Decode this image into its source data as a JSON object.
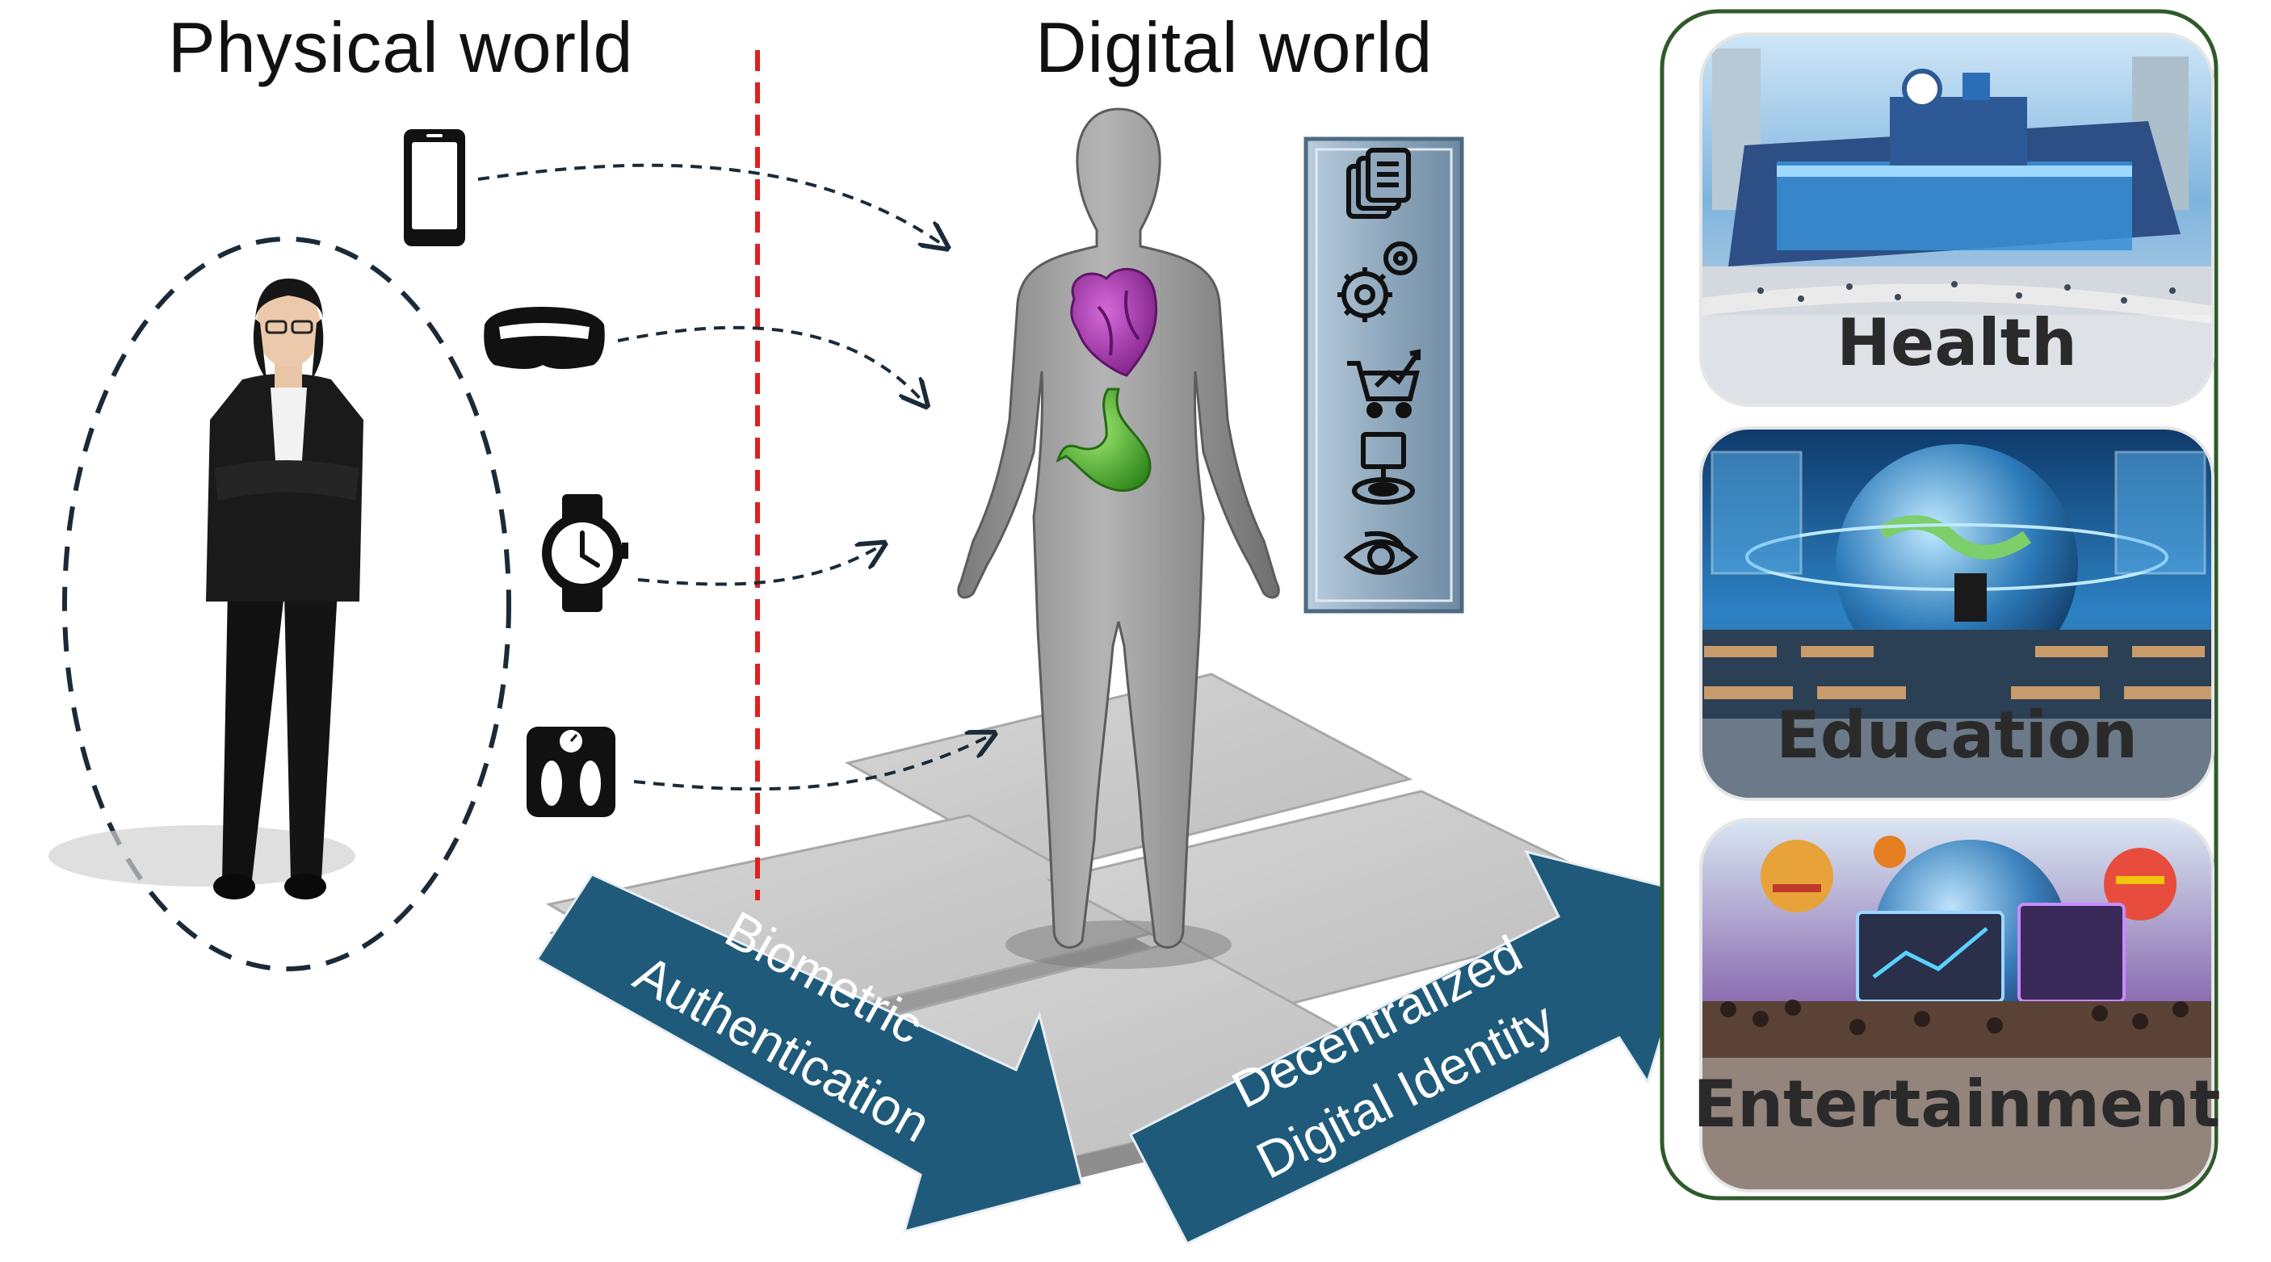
{
  "headings": {
    "physical": "Physical world",
    "digital": "Digital world"
  },
  "arrows": {
    "left_line1": "Biometric",
    "left_line2": "Authentication",
    "right_line1": "Decentralized",
    "right_line2": "Digital Identity"
  },
  "cards": [
    {
      "label": "Health"
    },
    {
      "label": "Education"
    },
    {
      "label": "Entertainment"
    }
  ],
  "devices": [
    "smartphone-icon",
    "vr-headset-icon",
    "smartwatch-icon",
    "smart-scale-icon"
  ],
  "panel_icons": [
    "documents-icon",
    "gears-icon",
    "shopping-cart-icon",
    "kiosk-icon",
    "eye-scan-icon"
  ],
  "colors": {
    "arrow_blue": "#1f5a7a",
    "divider_red": "#e02020",
    "dash_dark": "#1b2a38",
    "frame_green": "#2f5a2a",
    "panel_blue": "#8fa8bd",
    "organ_heart": "#a23aa8",
    "organ_stomach": "#58c23a"
  }
}
